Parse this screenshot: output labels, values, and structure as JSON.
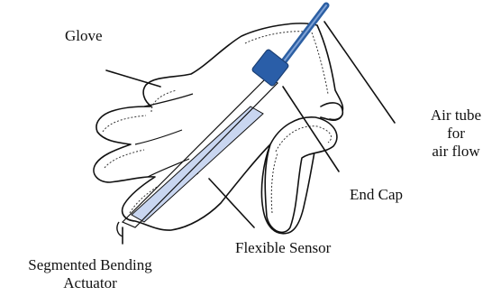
{
  "labels": {
    "glove": "Glove",
    "air_tube_lines": [
      "Air tube",
      "for",
      "air flow"
    ],
    "end_cap": "End Cap",
    "flexible_sensor": "Flexible Sensor",
    "actuator_lines": [
      "Segmented Bending",
      "Actuator"
    ]
  },
  "colors": {
    "air_tube": "#2c5fa3",
    "end_cap": "#2a5ea8",
    "sensor_fill": "#c9d6f0",
    "outline": "#111111",
    "background": "#ffffff"
  }
}
